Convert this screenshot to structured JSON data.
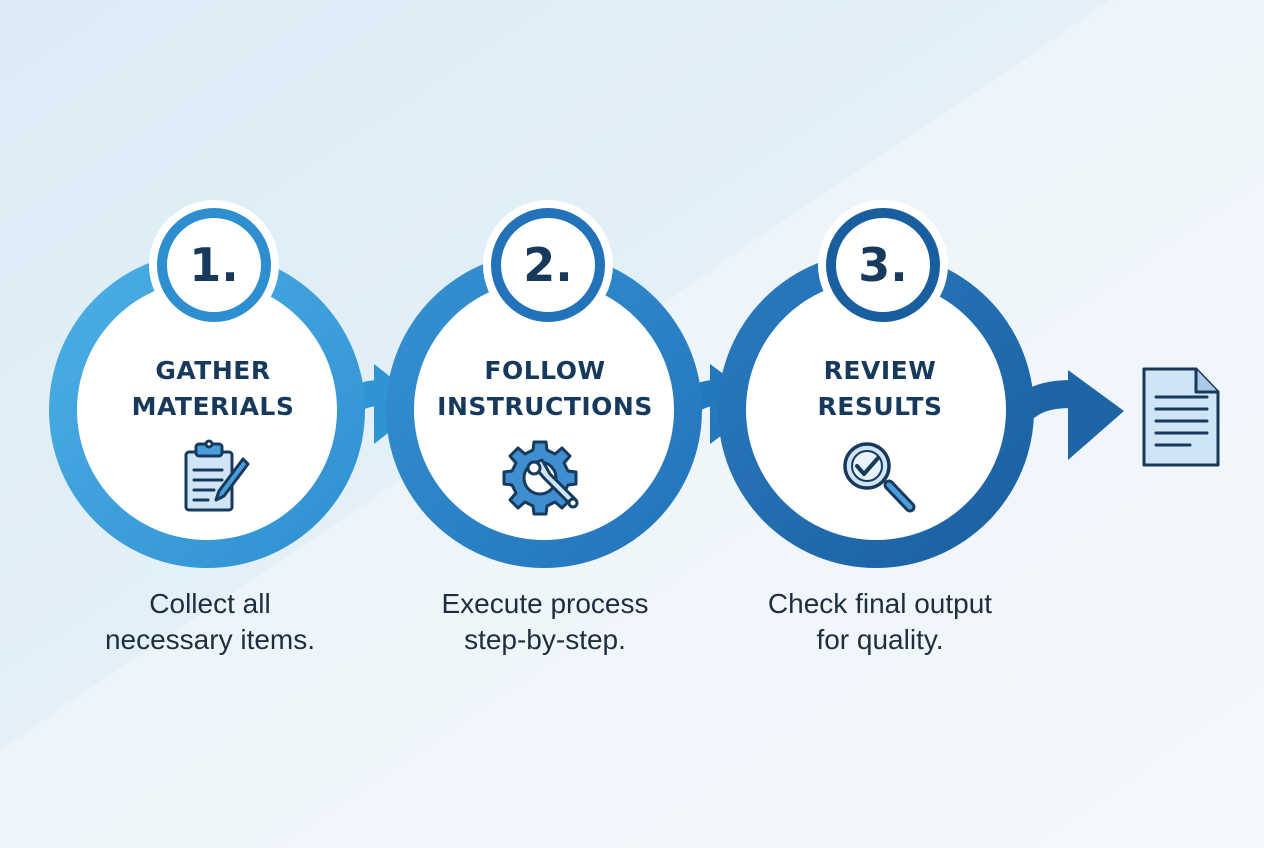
{
  "steps": [
    {
      "number": "1.",
      "title_line1": "GATHER",
      "title_line2": "MATERIALS",
      "desc_line1": "Collect all",
      "desc_line2": "necessary items.",
      "icon": "clipboard-pencil-icon",
      "color": "#3a9fda"
    },
    {
      "number": "2.",
      "title_line1": "FOLLOW",
      "title_line2": "INSTRUCTIONS",
      "desc_line1": "Execute process",
      "desc_line2": "step-by-step.",
      "icon": "gear-wrench-icon",
      "color": "#2a83c6"
    },
    {
      "number": "3.",
      "title_line1": "REVIEW",
      "title_line2": "RESULTS",
      "desc_line1": "Check final output",
      "desc_line2": "for quality.",
      "icon": "magnifier-check-icon",
      "color": "#1f6cad"
    }
  ],
  "final_icon": "document-icon",
  "colors": {
    "text_dark": "#173a5c",
    "icon_fill": "#cfe4f4",
    "arrow_1": "#2f94d3",
    "arrow_2": "#2478bc",
    "arrow_3": "#1e65a6"
  }
}
